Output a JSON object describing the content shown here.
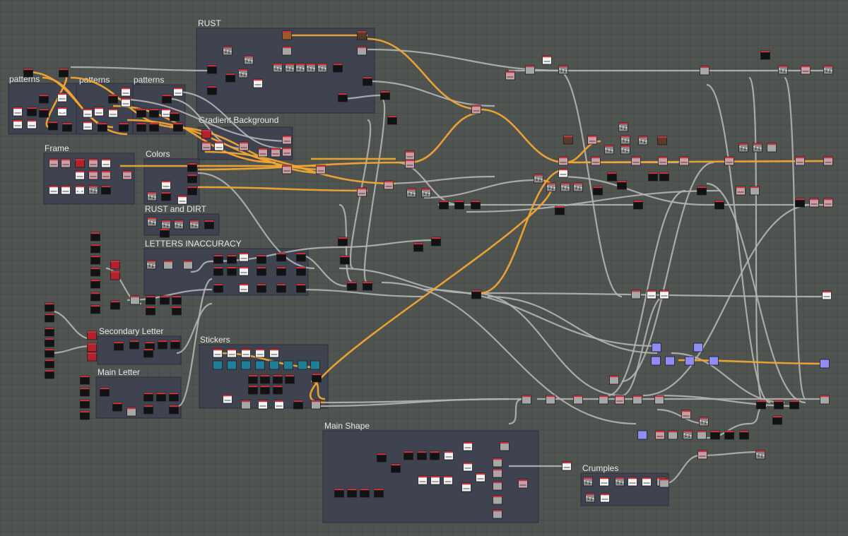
{
  "app": {
    "view": "node-graph"
  },
  "colors": {
    "background": "#4f5451",
    "frame": "#3d4150",
    "wire": "#b4b4b4",
    "wire_highlight": "#f2a531",
    "node_header": "#c0343d",
    "node_purple": "#8f8cf3",
    "node_teal": "#1f7f99"
  },
  "frames": [
    {
      "id": "patterns-1",
      "title": "patterns"
    },
    {
      "id": "patterns-2",
      "title": "patterns"
    },
    {
      "id": "patterns-3",
      "title": "patterns"
    },
    {
      "id": "rust",
      "title": "RUST"
    },
    {
      "id": "gradient-background",
      "title": "Gradient Background"
    },
    {
      "id": "frame",
      "title": "Frame"
    },
    {
      "id": "colors",
      "title": "Colors"
    },
    {
      "id": "rust-and-dirt",
      "title": "RUST and DIRT"
    },
    {
      "id": "letters-inaccuracy",
      "title": "LETTERS INACCURACY"
    },
    {
      "id": "secondary-letter",
      "title": "Secondary Letter"
    },
    {
      "id": "main-letter",
      "title": "Main Letter"
    },
    {
      "id": "stickers",
      "title": "Stickers"
    },
    {
      "id": "main-shape",
      "title": "Main Shape"
    },
    {
      "id": "crumples",
      "title": "Crumples"
    }
  ]
}
